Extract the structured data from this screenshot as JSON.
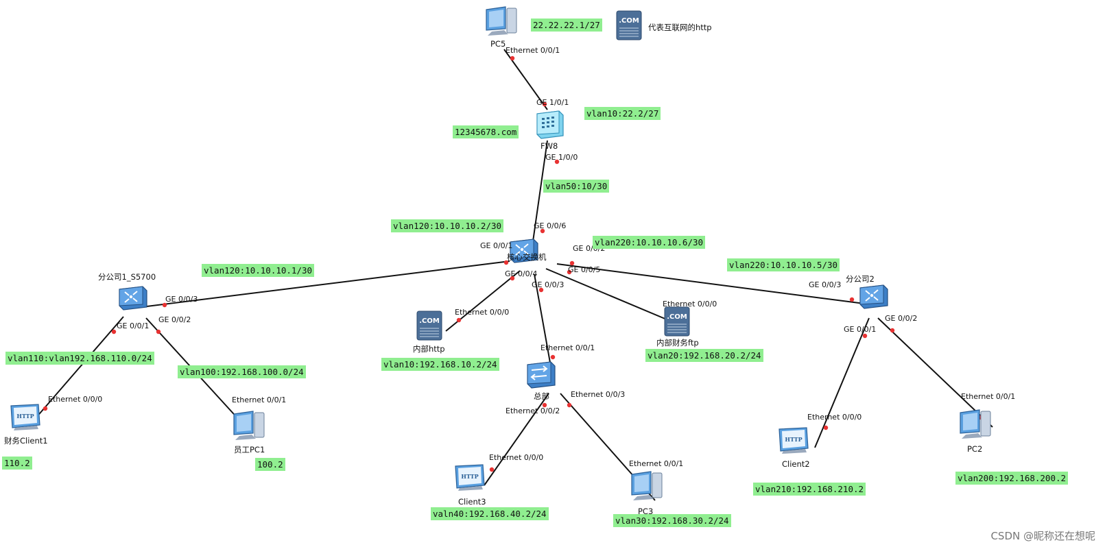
{
  "devices": {
    "pc5": "PC5",
    "fw": "FW8",
    "core": "核心交换机",
    "branch1": "分公司1_S5700",
    "branch2": "分公司2",
    "hq": "总部",
    "internal_http": "内部http",
    "finance_ftp": "内部财务ftp",
    "internet_http": "代表互联网的http",
    "client1": "财务Client1",
    "pc1": "员工PC1",
    "client3": "Client3",
    "pc3": "PC3",
    "client2": "Client2",
    "pc2": "PC2"
  },
  "ports": {
    "pc5_eth": "Ethernet 0/0/1",
    "fw_ge101": "GE 1/0/1",
    "fw_ge100": "GE 1/0/0",
    "core_ge6": "GE 0/0/6",
    "core_ge1": "GE 0/0/1",
    "core_ge2": "GE 0/0/2",
    "core_ge4": "GE 0/0/4",
    "core_ge5": "GE 0/0/5",
    "core_ge3": "GE 0/0/3",
    "b1_ge3": "GE 0/0/3",
    "b1_ge1": "GE 0/0/1",
    "b1_ge2": "GE 0/0/2",
    "client1_eth": "Ethernet 0/0/0",
    "pc1_eth": "Ethernet 0/0/1",
    "http_eth": "Ethernet 0/0/0",
    "ftp_eth": "Ethernet 0/0/0",
    "hq_eth1": "Ethernet 0/0/1",
    "hq_eth2": "Ethernet 0/0/2",
    "hq_eth3": "Ethernet 0/0/3",
    "client3_eth": "Ethernet 0/0/0",
    "pc3_eth": "Ethernet 0/0/1",
    "b2_ge3": "GE 0/0/3",
    "b2_ge1": "GE 0/0/1",
    "b2_ge2": "GE 0/0/2",
    "client2_eth": "Ethernet 0/0/0",
    "pc2_eth": "Ethernet 0/0/1"
  },
  "notes": {
    "internet_ip": "22.22.22.1/27",
    "fw_vlan10": "vlan10:22.2/27",
    "domain": "12345678.com",
    "vlan50": "vlan50:10/30",
    "vlan120_core": "vlan120:10.10.10.2/30",
    "vlan220_core": "vlan220:10.10.10.6/30",
    "vlan120_b1": "vlan120:10.10.10.1/30",
    "vlan220_b2": "vlan220:10.10.10.5/30",
    "vlan110": "vlan110:vlan192.168.110.0/24",
    "vlan100": "vlan100:192.168.100.0/24",
    "vlan10_http": "vlan10:192.168.10.2/24",
    "vlan20_ftp": "vlan20:192.168.20.2/24",
    "ip_110": "110.2",
    "ip_100": "100.2",
    "valn40": "valn40:192.168.40.2/24",
    "vlan30": "vlan30:192.168.30.2/24",
    "vlan210": "vlan210:192.168.210.2",
    "vlan200": "vlan200:192.168.200.2"
  },
  "watermark": "CSDN @昵称还在想呢",
  "colors": {
    "note_bg": "#90ee90",
    "link": "#111111",
    "port_dot": "#e83232",
    "device_blue": "#3f8fd8"
  }
}
